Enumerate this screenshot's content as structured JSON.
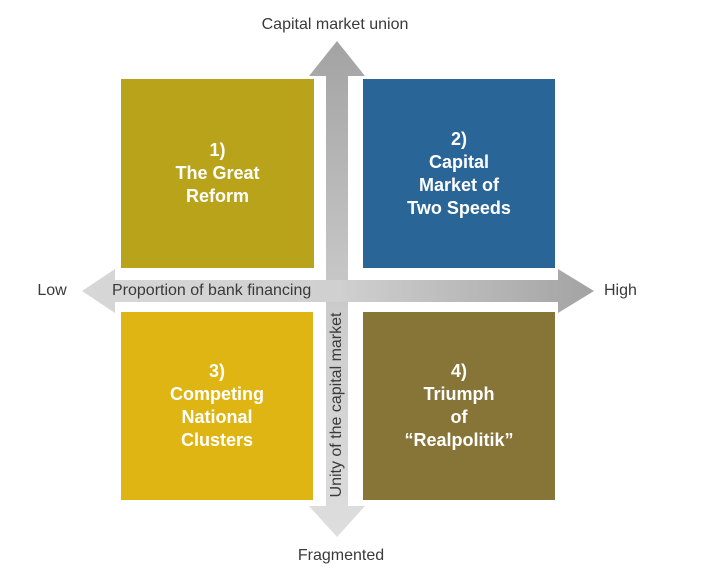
{
  "diagram": {
    "top_label": "Capital market union",
    "bottom_label": "Fragmented",
    "left_label": "Low",
    "right_label": "High",
    "horizontal_axis_label": "Proportion of bank financing",
    "vertical_axis_label": "Unity of the capital market"
  },
  "quadrants": [
    {
      "number": "1)",
      "title": "The Great\nReform",
      "position": "top-left",
      "color": "#b9a31b"
    },
    {
      "number": "2)",
      "title": "Capital\nMarket of\nTwo Speeds",
      "position": "top-right",
      "color": "#296597"
    },
    {
      "number": "3)",
      "title": "Competing\nNational\nClusters",
      "position": "bottom-left",
      "color": "#deb513"
    },
    {
      "number": "4)",
      "title": "Triumph\nof\n“Realpolitik”",
      "position": "bottom-right",
      "color": "#877437"
    }
  ],
  "colors": {
    "background": "#ffffff",
    "quadrant_text": "#ffffff",
    "axis_text": "#3a3a3a",
    "arrow_light": "#d9d9d9",
    "arrow_dark": "#a3a3a3"
  }
}
